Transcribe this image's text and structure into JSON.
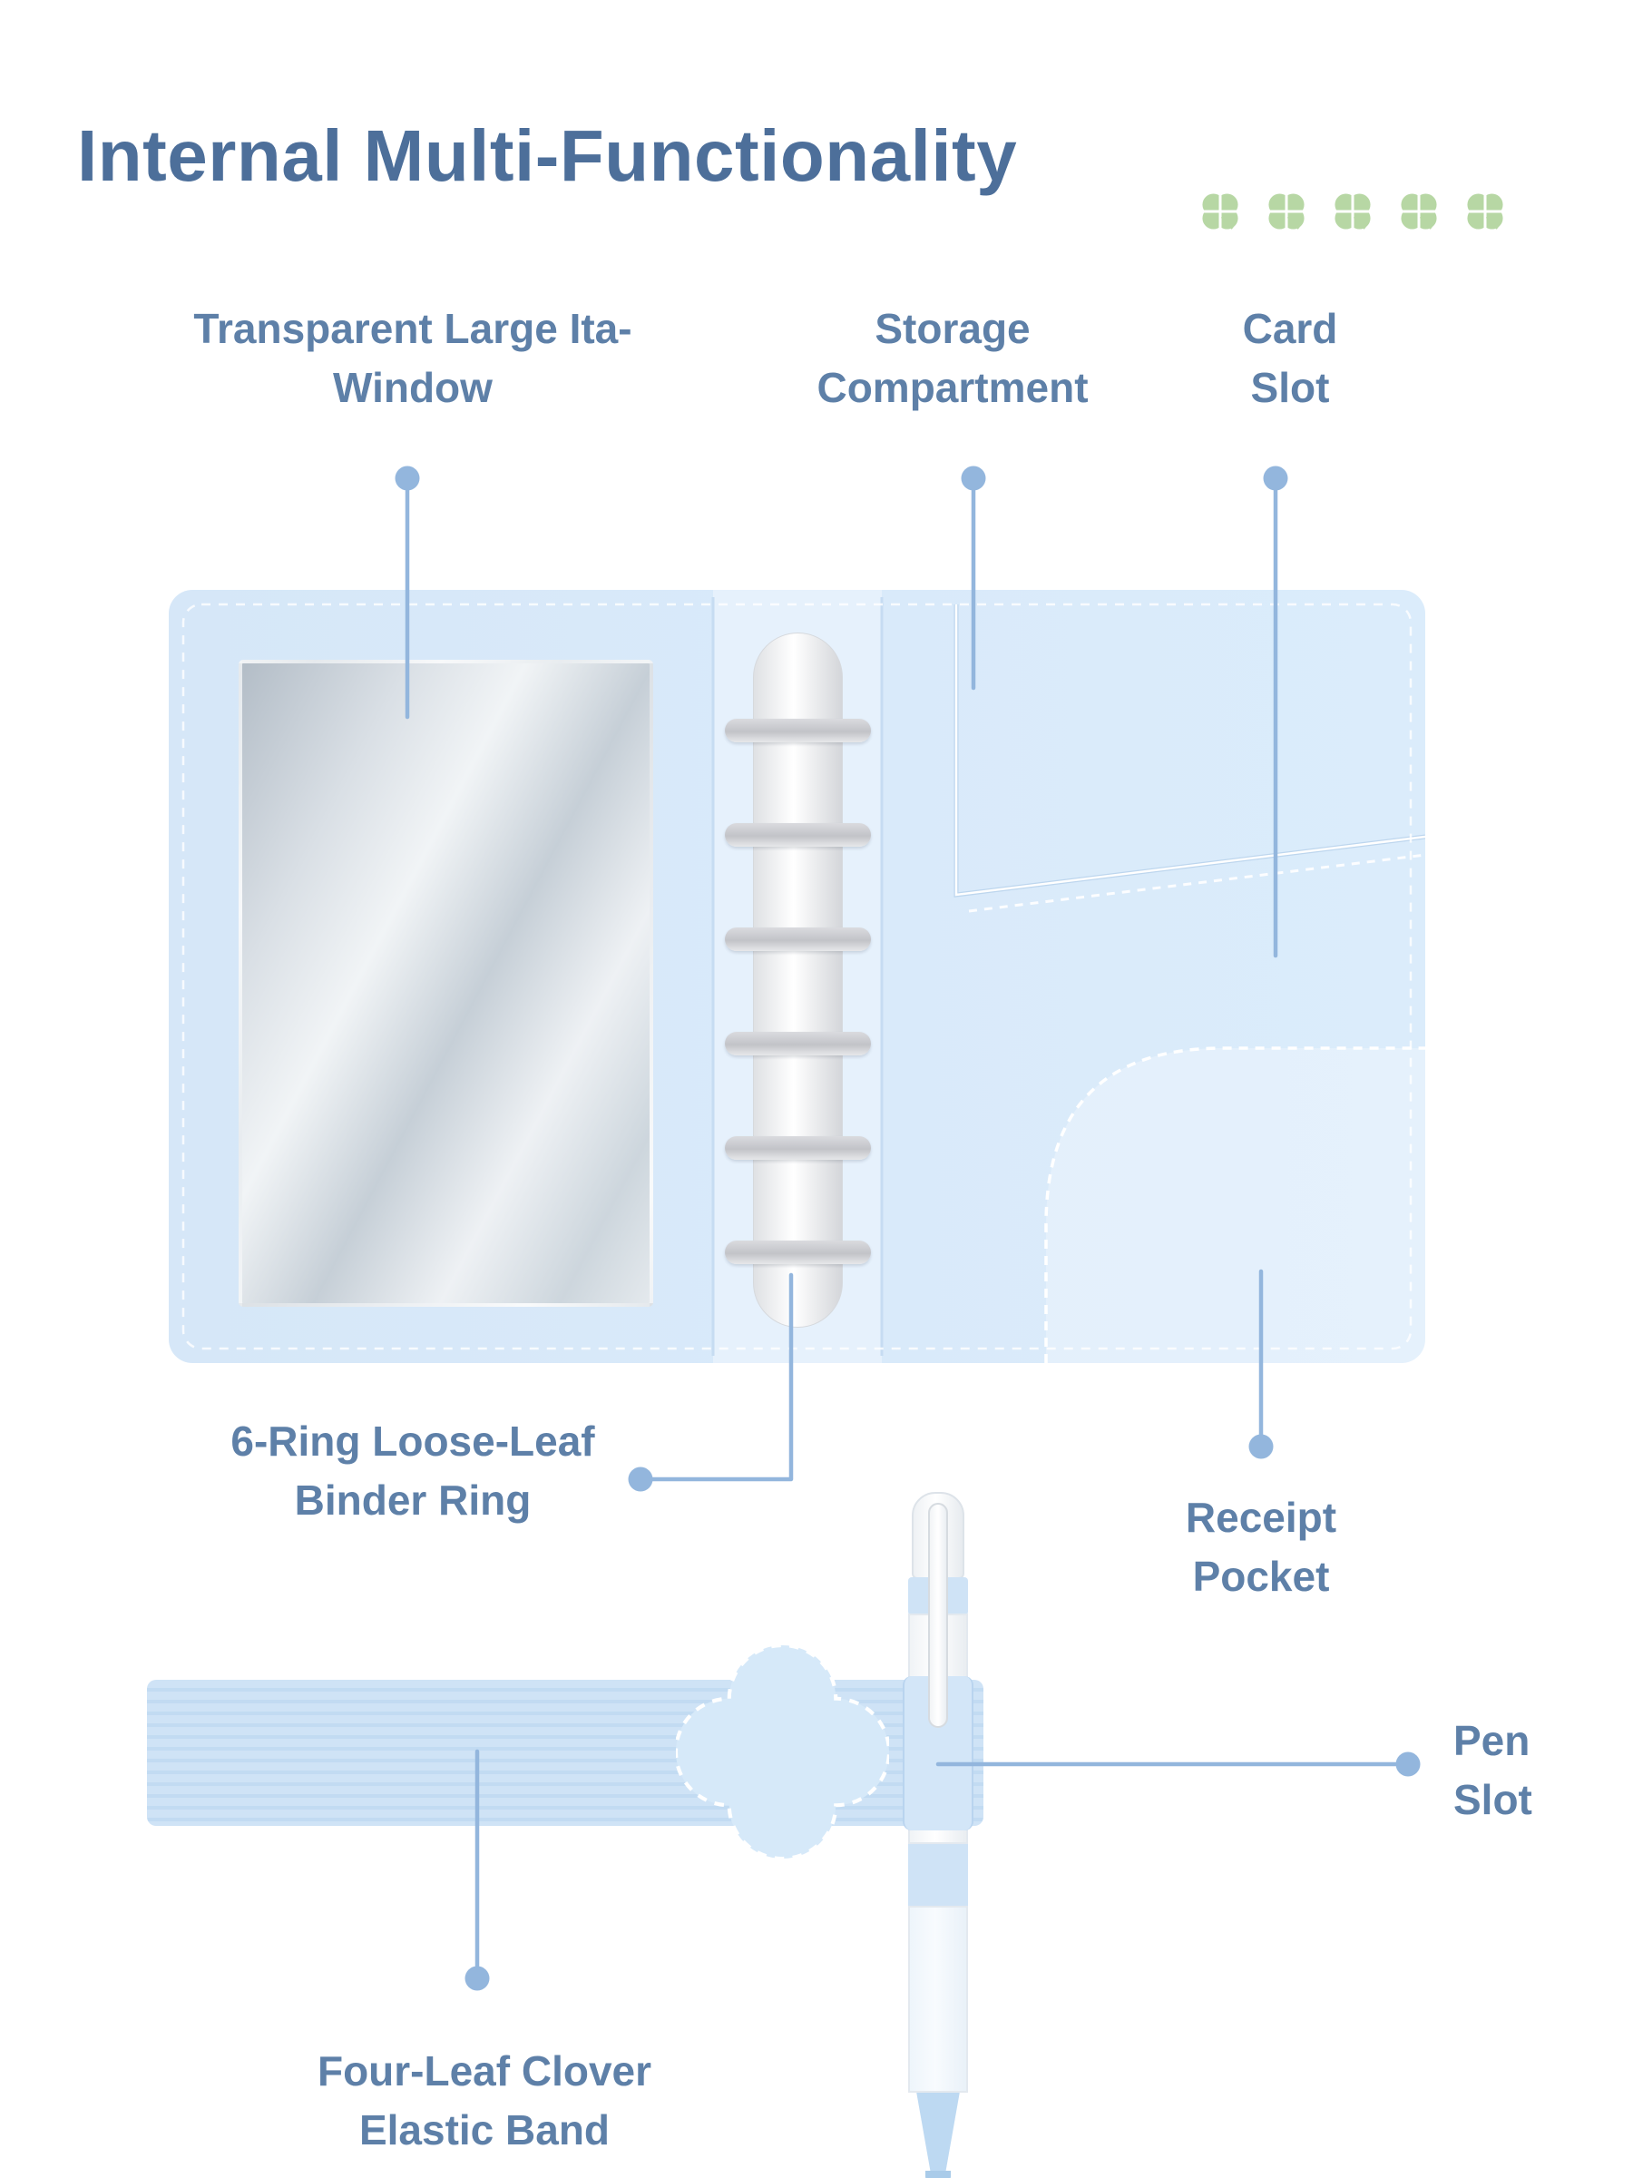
{
  "title": "Internal Multi-Functionality",
  "decoration": {
    "clover_count": 5,
    "clover_color": "#b7d7a4"
  },
  "labels": {
    "window": {
      "lines": [
        "Transparent Large Ita-",
        "Window"
      ]
    },
    "storage": {
      "lines": [
        "Storage",
        "Compartment"
      ]
    },
    "card_slot": {
      "lines": [
        "Card",
        "Slot"
      ]
    },
    "binder_ring": {
      "lines": [
        "6-Ring Loose-Leaf",
        "Binder Ring"
      ]
    },
    "receipt": {
      "lines": [
        "Receipt",
        "Pocket"
      ]
    },
    "pen_slot": {
      "lines": [
        "Pen",
        "Slot"
      ]
    },
    "elastic_band": {
      "lines": [
        "Four-Leaf Clover",
        "Elastic Band"
      ]
    }
  },
  "illustration": {
    "ring_count": 6
  },
  "colors": {
    "title_text": "#4d6f9a",
    "label_text": "#5e80a8",
    "leader": "#93b6dd",
    "binder_blue": "#d9eafa",
    "band_blue": "#cfe3f6",
    "clover_green": "#b7d7a4"
  }
}
